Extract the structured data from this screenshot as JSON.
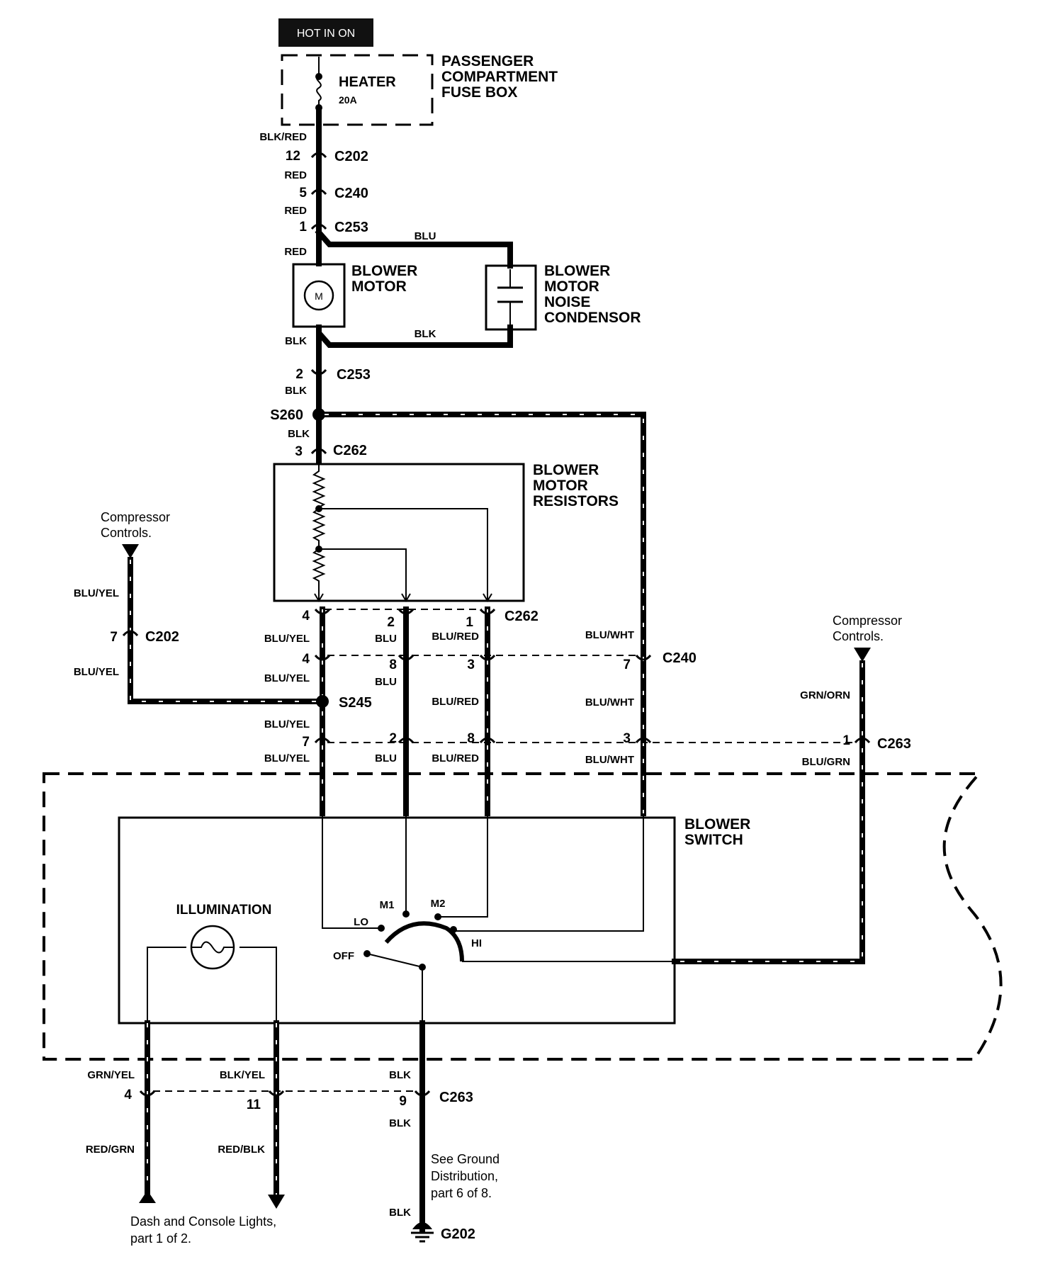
{
  "header": {
    "hot_label": "HOT IN ON"
  },
  "fuse_box": {
    "title_lines": [
      "PASSENGER",
      "COMPARTMENT",
      "FUSE BOX"
    ],
    "fuse_name": "HEATER",
    "fuse_rating": "20A"
  },
  "components": {
    "blower_motor": [
      "BLOWER",
      "MOTOR"
    ],
    "motor_symbol": "M",
    "condensor": [
      "BLOWER",
      "MOTOR",
      "NOISE",
      "CONDENSOR"
    ],
    "resistors": [
      "BLOWER",
      "MOTOR",
      "RESISTORS"
    ],
    "blower_switch": [
      "BLOWER",
      "SWITCH"
    ],
    "illumination": "ILLUMINATION",
    "switch_positions": {
      "lo": "LO",
      "m1": "M1",
      "m2": "M2",
      "hi": "HI",
      "off": "OFF"
    }
  },
  "connectors": {
    "c202": "C202",
    "c240": "C240",
    "c253": "C253",
    "c262": "C262",
    "c263": "C263",
    "s260": "S260",
    "s245": "S245",
    "g202": "G202"
  },
  "pins": {
    "c202_12": "12",
    "c240_5": "5",
    "c253_1": "1",
    "c253_2": "2",
    "c262_3": "3",
    "c262_4": "4",
    "c262_2": "2",
    "c262_1": "1",
    "c240_4": "4",
    "c240_8": "8",
    "c240_3": "3",
    "c240_7": "7",
    "c202_7": "7",
    "c263_7": "7",
    "c263_2": "2",
    "c263_8": "8",
    "c263_3": "3",
    "c263_1": "1",
    "c263_4": "4",
    "c263_11": "11",
    "c263_9": "9"
  },
  "wire_colors": {
    "blk_red": "BLK/RED",
    "red": "RED",
    "blu": "BLU",
    "blk": "BLK",
    "blu_yel": "BLU/YEL",
    "blu_red": "BLU/RED",
    "blu_wht": "BLU/WHT",
    "grn_orn": "GRN/ORN",
    "blu_grn": "BLU/GRN",
    "grn_yel": "GRN/YEL",
    "blk_yel": "BLK/YEL",
    "red_grn": "RED/GRN",
    "red_blk": "RED/BLK"
  },
  "notes": {
    "compressor_left": [
      "Compressor",
      "Controls."
    ],
    "compressor_right": [
      "Compressor",
      "Controls."
    ],
    "dash_lights": [
      "Dash and Console Lights,",
      "part 1 of 2."
    ],
    "ground_dist": [
      "See Ground",
      "Distribution,",
      "part 6 of 8."
    ]
  }
}
